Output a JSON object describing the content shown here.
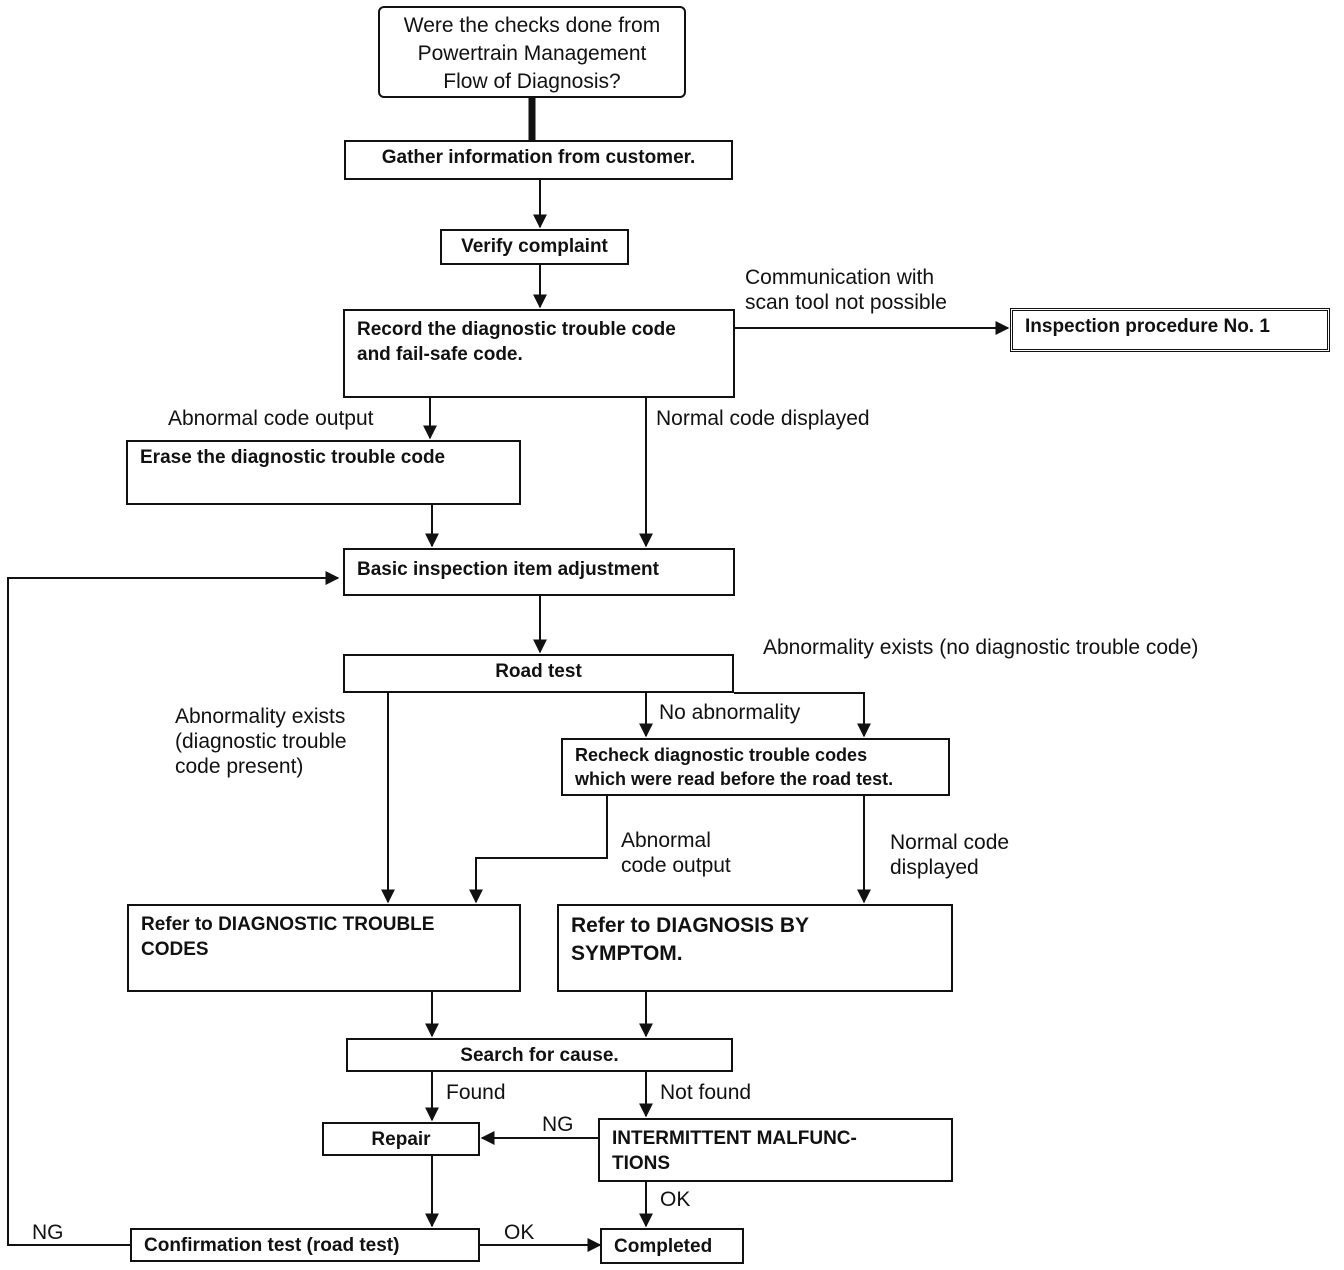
{
  "nodes": {
    "start": "Were the checks done from\nPowertrain Management\nFlow of Diagnosis?",
    "gather": "Gather information from customer.",
    "verify": "Verify complaint",
    "record": "Record the diagnostic trouble code\nand fail-safe code.",
    "inspection1": "Inspection procedure No. 1",
    "erase": "Erase the diagnostic trouble code",
    "basic": "Basic inspection item adjustment",
    "road": "Road test",
    "recheck": "Recheck diagnostic trouble codes\nwhich were read before the road test.",
    "refer_dtc": "Refer to DIAGNOSTIC TROUBLE\nCODES",
    "refer_symptom": "Refer to DIAGNOSIS BY\nSYMPTOM.",
    "search": "Search for cause.",
    "repair": "Repair",
    "intermittent": "INTERMITTENT MALFUNC-\nTIONS",
    "confirm": "Confirmation test (road test)",
    "completed": "Completed"
  },
  "labels": {
    "comm": "Communication with\nscan tool not possible",
    "abnormal_output": "Abnormal code output",
    "normal_displayed": "Normal code displayed",
    "abn_no_dtc": "Abnormality exists (no diagnostic trouble code)",
    "abn_dtc": "Abnormality exists\n(diagnostic trouble\ncode present)",
    "no_abnormality": "No abnormality",
    "abnormal_output2": "Abnormal\ncode output",
    "normal_displayed2": "Normal code\ndisplayed",
    "found": "Found",
    "not_found": "Not found",
    "ng1": "NG",
    "ok1": "OK",
    "ng2": "NG",
    "ok2": "OK"
  }
}
